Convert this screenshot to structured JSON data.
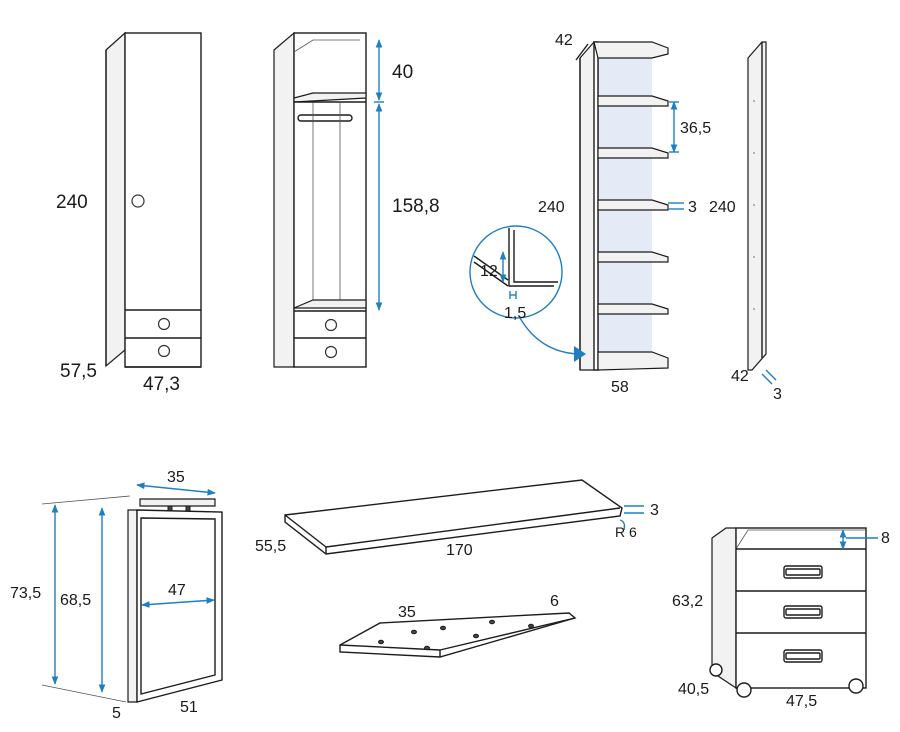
{
  "labels": {
    "wardrobe_height": "240",
    "wardrobe_depth": "57,5",
    "wardrobe_width": "47,3",
    "open_top_gap": "40",
    "open_hanging_height": "158,8",
    "shelf_depth": "42",
    "shelf_spacing": "36,5",
    "shelf_unit_height": "240",
    "shelf_thickness": "3",
    "side_panel_height": "240",
    "detail_height": "12",
    "detail_offset": "1,5",
    "shelf_unit_width": "58",
    "side_panel_depth": "42",
    "side_panel_thickness": "3",
    "frame_width": "35",
    "frame_outer_height": "73,5",
    "frame_inner_height": "68,5",
    "frame_inner_width": "47",
    "frame_foot": "5",
    "frame_depth": "51",
    "desktop_depth": "55,5",
    "desktop_length": "170",
    "desktop_thickness": "3",
    "desktop_radius": "R 6",
    "plate_length": "35",
    "plate_thickness": "6",
    "drawer_top_gap": "8",
    "drawer_unit_height": "63,2",
    "drawer_unit_depth": "40,5",
    "drawer_unit_width": "47,5"
  },
  "colors": {
    "dimension_line": "#1f7fc1",
    "outline": "#1c1c1c",
    "back_panel": "#e4eaf6"
  }
}
